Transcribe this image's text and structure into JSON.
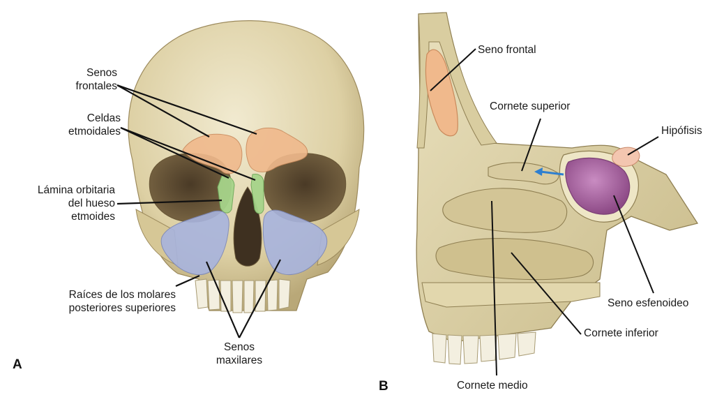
{
  "panels": {
    "a": {
      "letter": "A",
      "labels": {
        "senos_frontales": "Senos\nfrontales",
        "celdas_etmoidales": "Celdas\netmoidales",
        "lamina_orbitaria": "Lámina orbitaria\ndel hueso\netmoides",
        "raices_molares": "Raíces de los molares\nposteriores superiores",
        "senos_maxilares": "Senos\nmaxilares"
      }
    },
    "b": {
      "letter": "B",
      "labels": {
        "seno_frontal": "Seno frontal",
        "cornete_superior": "Cornete superior",
        "hipofisis": "Hipófisis",
        "seno_esfenoideo": "Seno esfenoideo",
        "cornete_inferior": "Cornete inferior",
        "cornete_medio": "Cornete medio"
      }
    }
  },
  "colors": {
    "bone": "#e6dcb4",
    "frontal_sinus": "#f0b98c",
    "ethmoid_cells": "#a6d48a",
    "maxillary_sinus": "#a8b4de",
    "sphenoid_sinus": "#b06aa8",
    "pituitary": "#f3c6b0",
    "airflow_arrow": "#2e7fd0"
  }
}
